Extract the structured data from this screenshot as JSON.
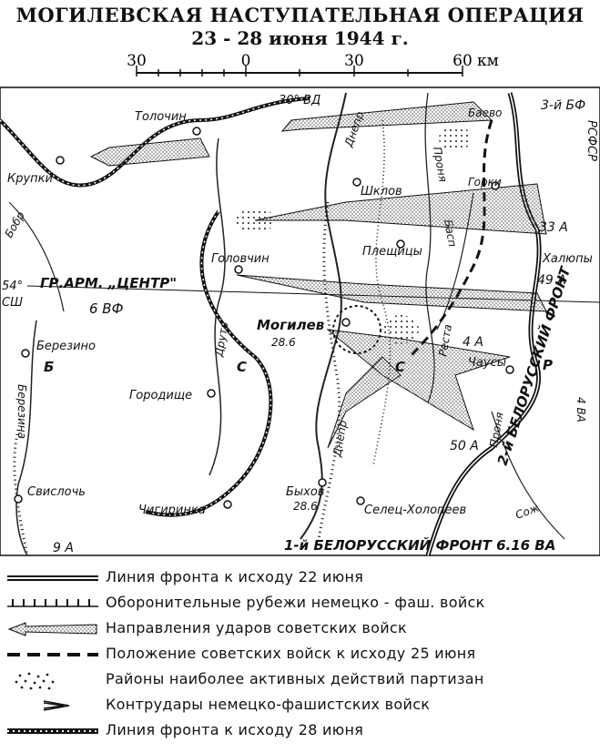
{
  "title": {
    "line1": "МОГИЛЕВСКАЯ НАСТУПАТЕЛЬНАЯ ОПЕРАЦИЯ",
    "line2": "23 - 28 июня 1944 г."
  },
  "scale_bar": {
    "ticks": [
      "30",
      "0",
      "30",
      "60"
    ],
    "unit": "км"
  },
  "map": {
    "towns": [
      "Толочин",
      "Крупки",
      "Шклов",
      "Головчин",
      "Плещицы",
      "Могилев",
      "Березино",
      "Городище",
      "Чаусы",
      "Свислочь",
      "Чигиринка",
      "Быхов",
      "Селец-Холопеев",
      "Баево",
      "Горки",
      "Халюпы"
    ],
    "rivers": [
      "Бобр",
      "Днепр",
      "Проня",
      "Друть",
      "Басп",
      "Реста",
      "Березина",
      "Днепр",
      "Проня",
      "Сож"
    ],
    "units": [
      "3-й БФ",
      "РСФСР",
      "33 А",
      "49 А",
      "4 А",
      "50 А",
      "9 А",
      "6 ВФ",
      "ГР.АРМ. „ЦЕНТР\"",
      "30° ВД",
      "4 ВА",
      "Б",
      "С",
      "С",
      "Р"
    ],
    "dates": [
      "28.6",
      "28.6"
    ],
    "fronts": [
      "1-й БЕЛОРУССКИЙ ФРОНТ 6.16 ВА",
      "2-й БЕЛОРУССКИЙ ФРОНТ"
    ],
    "parallel": [
      "54°",
      "СШ"
    ]
  },
  "legend": [
    {
      "symbol": "front-line-22-june-icon",
      "text": "Линия фронта к исходу 22 июня"
    },
    {
      "symbol": "german-defense-lines-icon",
      "text": "Оборонительные рубежи немецко - фаш. войск"
    },
    {
      "symbol": "soviet-attack-arrow-icon",
      "text": "Направления ударов советских войск"
    },
    {
      "symbol": "soviet-position-25-june-icon",
      "text": "Положение советских войск к исходу 25 июня"
    },
    {
      "symbol": "partisan-areas-icon",
      "text": "Районы наиболее активных действий партизан"
    },
    {
      "symbol": "german-counterattack-icon",
      "text": "Контрудары немецко-фашистских войск"
    },
    {
      "symbol": "front-line-28-june-icon",
      "text": "Линия фронта к исходу 28 июня"
    }
  ]
}
